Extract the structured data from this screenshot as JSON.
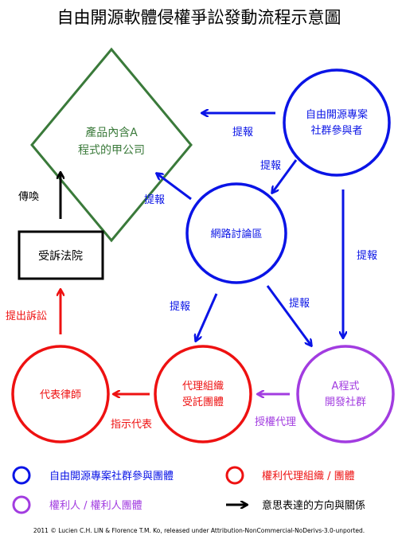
{
  "title": "自由開源軟體侵權爭訟發動流程示意圖",
  "colors": {
    "blue": "#0a14e6",
    "red": "#ee1111",
    "purple": "#a23ce0",
    "green": "#3a7a3a",
    "black": "#000000"
  },
  "nodes": {
    "company": {
      "line1": "產品內含A",
      "line2": "程式的甲公司"
    },
    "community": {
      "line1": "自由開源專案",
      "line2": "社群參與者"
    },
    "forum": {
      "label": "網路討論區"
    },
    "court": {
      "label": "受訴法院"
    },
    "agent": {
      "line1": "代理組織",
      "line2": "受託團體"
    },
    "lawyer": {
      "label": "代表律師"
    },
    "developer": {
      "line1": "A程式",
      "line2": "開發社群"
    }
  },
  "edge_labels": {
    "report_1": "提報",
    "report_2": "提報",
    "report_3": "提報",
    "report_4": "提報",
    "report_5": "提報",
    "report_6": "提報",
    "summon": "傳喚",
    "file_suit": "提出訴訟",
    "instruct": "指示代表",
    "authorize": "授權代理"
  },
  "legend": {
    "community_groups": "自由開源專案社群參與團體",
    "rights_orgs": "權利代理組織 / 團體",
    "rights_holders": "權利人 / 權利人團體",
    "arrow_meaning": "意思表達的方向與關係"
  },
  "credit": "2011 © Lucien C.H. LIN & Florence T.M. Ko, released under Attribution-NonCommercial-NoDerivs-3.0-unported."
}
